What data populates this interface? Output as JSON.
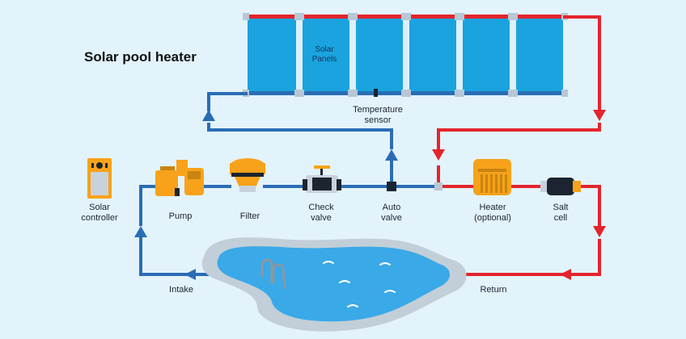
{
  "title": "Solar pool heater",
  "labels": {
    "solar_panels": "Solar\nPanels",
    "temperature_sensor": "Temperature\nsensor",
    "solar_controller": "Solar\ncontroller",
    "pump": "Pump",
    "filter": "Filter",
    "check_valve": "Check\nvalve",
    "auto_valve": "Auto\nvalve",
    "heater": "Heater\n(optional)",
    "salt_cell": "Salt\ncell",
    "intake": "Intake",
    "return": "Return"
  },
  "colors": {
    "background": "#e3f3fb",
    "cold_pipe": "#2a6db5",
    "hot_pipe": "#e4242c",
    "panel": "#1aa3df",
    "equipment": "#f7a21a",
    "water": "#3aa9e8"
  }
}
